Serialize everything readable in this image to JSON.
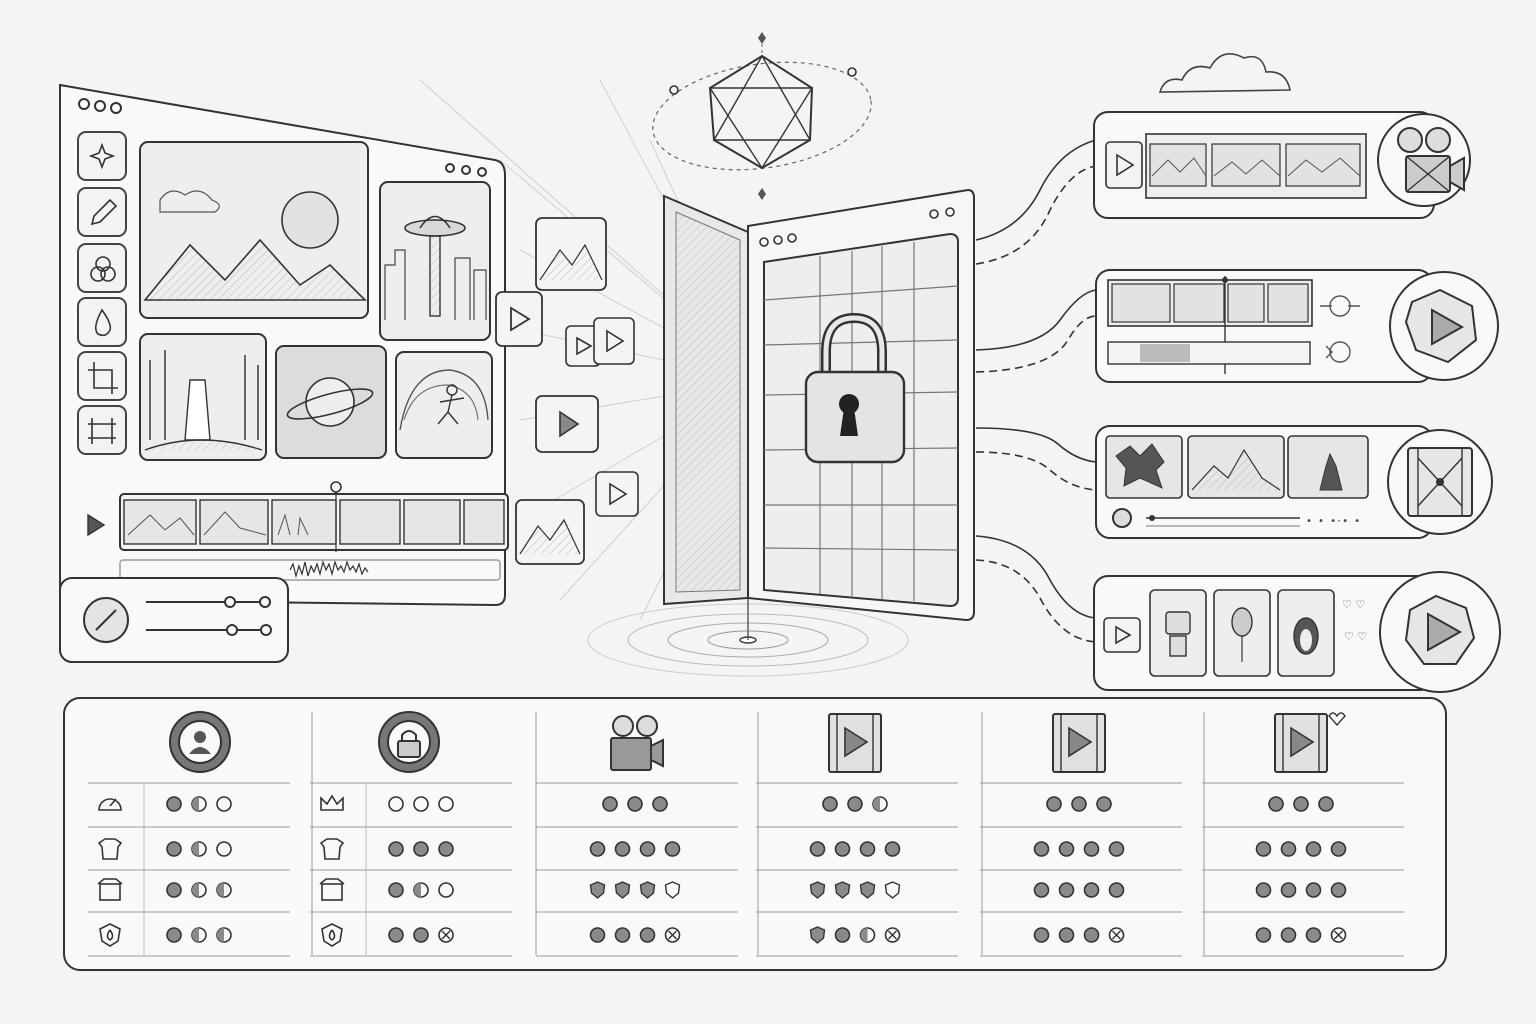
{
  "illustration": {
    "subject": "content-protection-flow",
    "left_editor": {
      "tools": [
        "sparkle-icon",
        "pencil-icon",
        "shapes-icon",
        "drop-icon",
        "crop-icon",
        "frame-icon"
      ],
      "gallery": [
        "mountain-landscape",
        "ufo-city",
        "waterfall-forest",
        "planet",
        "surfer-wave"
      ]
    },
    "center_vault": {
      "icon": "padlock-icon"
    },
    "right_outputs": [
      {
        "badge": "movie-camera-icon"
      },
      {
        "badge": "play-gem-icon"
      },
      {
        "badge": "film-frame-icon"
      },
      {
        "badge": "play-gem-icon"
      }
    ]
  },
  "matrix": {
    "columns": [
      {
        "header_icon": "user-badge-icon",
        "rows": [
          {
            "icon": "gauge-icon",
            "marks": [
              "full",
              "half",
              "empty"
            ]
          },
          {
            "icon": "shirt-icon",
            "marks": [
              "full",
              "half",
              "empty"
            ]
          },
          {
            "icon": "box-icon",
            "marks": [
              "full",
              "half",
              "half"
            ]
          },
          {
            "icon": "shield-drop-icon",
            "marks": [
              "full",
              "half",
              "half"
            ]
          }
        ]
      },
      {
        "header_icon": "lock-badge-icon",
        "rows": [
          {
            "icon": "crown-icon",
            "marks": [
              "empty",
              "empty",
              "empty"
            ]
          },
          {
            "icon": "shirt-icon",
            "marks": [
              "full",
              "full",
              "full"
            ]
          },
          {
            "icon": "box-icon",
            "marks": [
              "full",
              "half",
              "empty"
            ]
          },
          {
            "icon": "shield-drop-icon",
            "marks": [
              "full",
              "full",
              "x"
            ]
          }
        ]
      },
      {
        "header_icon": "movie-camera-icon",
        "rows": [
          {
            "marks": [
              "full",
              "full",
              "full"
            ]
          },
          {
            "marks": [
              "full",
              "full",
              "full",
              "full"
            ]
          },
          {
            "marks": [
              "shield",
              "shield",
              "shield",
              "shield-empty"
            ]
          },
          {
            "marks": [
              "full",
              "full",
              "full",
              "x"
            ]
          }
        ]
      },
      {
        "header_icon": "film-map-icon",
        "rows": [
          {
            "marks": [
              "full",
              "full",
              "half"
            ]
          },
          {
            "marks": [
              "full",
              "full",
              "full",
              "full"
            ]
          },
          {
            "marks": [
              "shield",
              "shield",
              "shield",
              "shield-empty"
            ]
          },
          {
            "marks": [
              "shield",
              "full",
              "half",
              "x"
            ]
          }
        ]
      },
      {
        "header_icon": "film-play-icon",
        "rows": [
          {
            "marks": [
              "full",
              "full",
              "full"
            ]
          },
          {
            "marks": [
              "full",
              "full",
              "full",
              "full"
            ]
          },
          {
            "marks": [
              "full",
              "full",
              "full",
              "full"
            ]
          },
          {
            "marks": [
              "full",
              "full",
              "full",
              "x"
            ]
          }
        ]
      },
      {
        "header_icon": "film-heart-icon",
        "rows": [
          {
            "marks": [
              "full",
              "full",
              "full"
            ]
          },
          {
            "marks": [
              "full",
              "full",
              "full",
              "full"
            ]
          },
          {
            "marks": [
              "full",
              "full",
              "full",
              "full"
            ]
          },
          {
            "marks": [
              "full",
              "full",
              "full",
              "x"
            ]
          }
        ]
      }
    ]
  },
  "colors": {
    "ink": "#333333",
    "fill": "#8a8a8a",
    "paper": "#f4f4f2",
    "panel": "#f9f9f7"
  }
}
